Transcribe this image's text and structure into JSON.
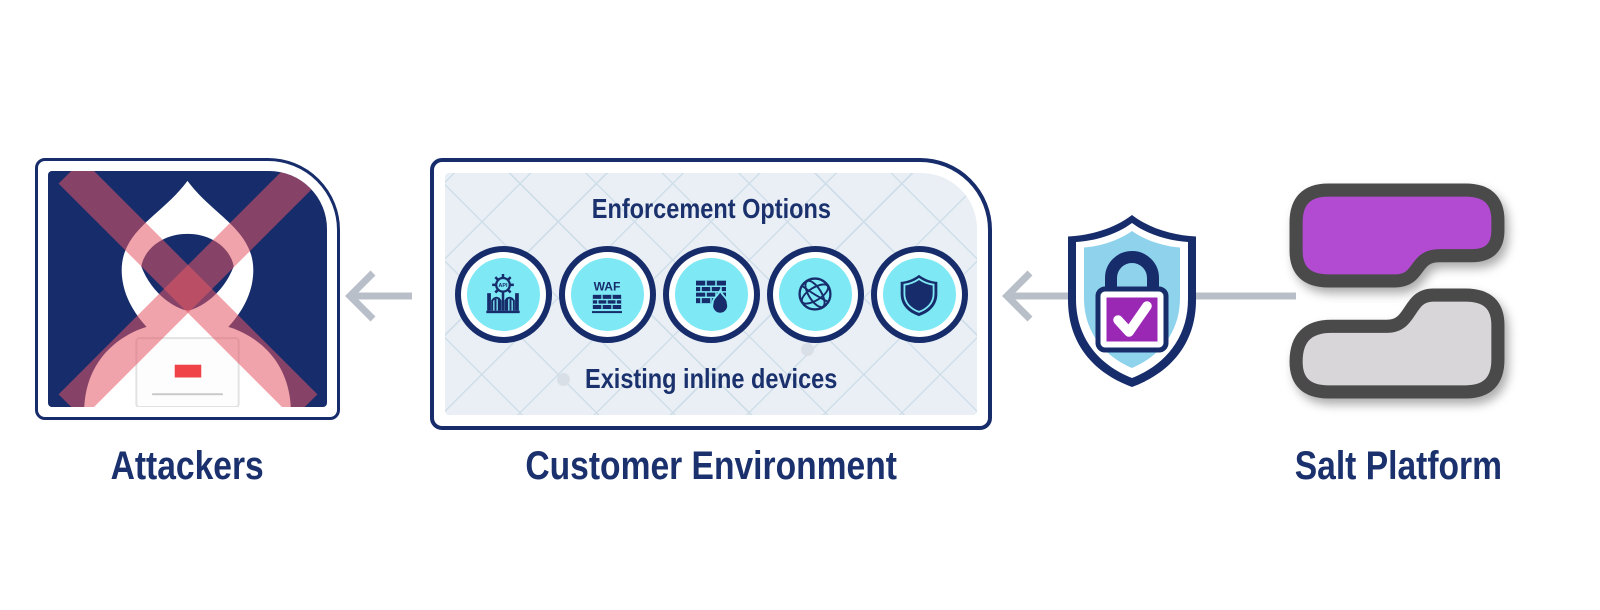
{
  "attackers": {
    "label": "Attackers"
  },
  "customer": {
    "label": "Customer Environment",
    "title": "Enforcement Options",
    "subtitle": "Existing inline devices",
    "icons": [
      {
        "name": "api-gateway-icon",
        "label": "API"
      },
      {
        "name": "waf-icon",
        "label": "WAF"
      },
      {
        "name": "firewall-icon",
        "label": ""
      },
      {
        "name": "network-globe-icon",
        "label": ""
      },
      {
        "name": "shield-icon",
        "label": ""
      }
    ]
  },
  "salt": {
    "label": "Salt Platform"
  },
  "colors": {
    "navy": "#172C6B",
    "label_navy": "#1A316E",
    "circle_cyan": "#7EE9F5",
    "shield_sky": "#8ED2EC",
    "lock_purple": "#9A28B5",
    "logo_purple": "#B34BD2",
    "logo_gray": "#D9D6D9",
    "logo_outline": "#4A4A4A",
    "alert_red": "#EF4348",
    "arrow_gray": "#B9BFC9",
    "cross_red": "rgba(228,88,100,0.55)",
    "pattern_bg": "#E9EFF4",
    "pattern_line": "#CFDEE9"
  }
}
